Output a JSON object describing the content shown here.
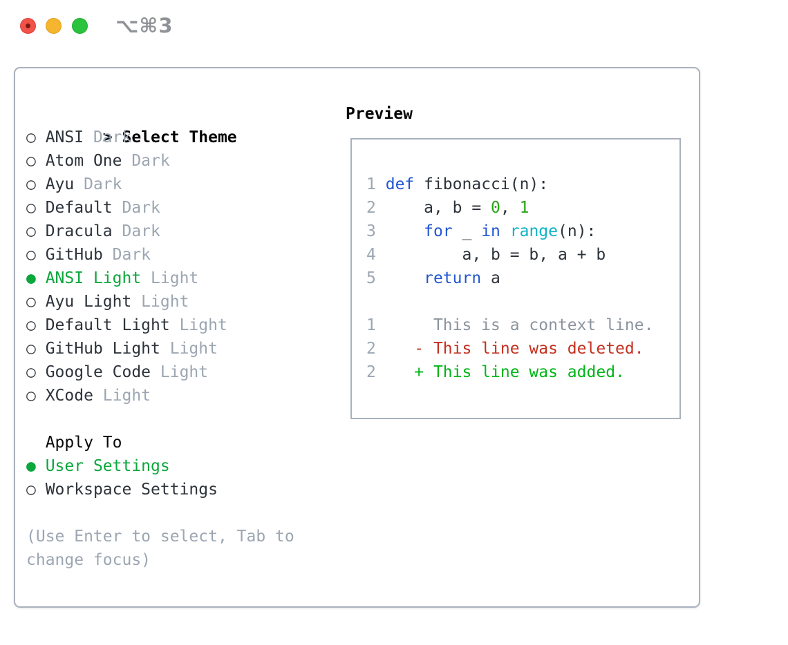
{
  "window": {
    "shortcut_label": "⌥⌘3",
    "traffic_lights": [
      {
        "name": "close-button",
        "color": "#f25349"
      },
      {
        "name": "minimize-button",
        "color": "#f6b52e"
      },
      {
        "name": "zoom-button",
        "color": "#2bc23e"
      }
    ]
  },
  "glyphs": {
    "radio_on": "●",
    "radio_off": "○",
    "title_prefix": "> "
  },
  "colors": {
    "selection_green": "#0aa73c",
    "keyword_blue": "#2257d2",
    "builtin_cyan": "#10b3c7",
    "number_green": "#2aa416",
    "added_green": "#00b517",
    "deleted_red": "#c4301f",
    "muted_gray": "#9ca6b2",
    "border_gray": "#a9b1bc"
  },
  "theme_picker": {
    "title": "Select Theme",
    "items": [
      {
        "name": "ANSI",
        "tag": "Dark",
        "selected": false
      },
      {
        "name": "Atom One",
        "tag": "Dark",
        "selected": false
      },
      {
        "name": "Ayu",
        "tag": "Dark",
        "selected": false
      },
      {
        "name": "Default",
        "tag": "Dark",
        "selected": false
      },
      {
        "name": "Dracula",
        "tag": "Dark",
        "selected": false
      },
      {
        "name": "GitHub",
        "tag": "Dark",
        "selected": false
      },
      {
        "name": "ANSI Light",
        "tag": "Light",
        "selected": true
      },
      {
        "name": "Ayu Light",
        "tag": "Light",
        "selected": false
      },
      {
        "name": "Default Light",
        "tag": "Light",
        "selected": false
      },
      {
        "name": "GitHub Light",
        "tag": "Light",
        "selected": false
      },
      {
        "name": "Google Code",
        "tag": "Light",
        "selected": false
      },
      {
        "name": "XCode",
        "tag": "Light",
        "selected": false
      }
    ],
    "apply_to": {
      "title": "Apply To",
      "options": [
        {
          "name": "User Settings",
          "selected": true
        },
        {
          "name": "Workspace Settings",
          "selected": false
        }
      ]
    },
    "hint_lines": [
      "(Use Enter to select, Tab to",
      "change focus)"
    ]
  },
  "preview": {
    "title": "Preview",
    "lines": [
      {
        "num": "1",
        "tokens": [
          [
            "fg",
            " "
          ],
          [
            "kw",
            "def"
          ],
          [
            "fg",
            " fibonacci(n):"
          ]
        ]
      },
      {
        "num": "2",
        "tokens": [
          [
            "fg",
            "     a, b = "
          ],
          [
            "num",
            "0"
          ],
          [
            "fg",
            ", "
          ],
          [
            "num",
            "1"
          ]
        ]
      },
      {
        "num": "3",
        "tokens": [
          [
            "fg",
            "     "
          ],
          [
            "kw",
            "for"
          ],
          [
            "fg",
            " _ "
          ],
          [
            "kw",
            "in"
          ],
          [
            "fg",
            " "
          ],
          [
            "builtin",
            "range"
          ],
          [
            "fg",
            "(n):"
          ]
        ]
      },
      {
        "num": "4",
        "tokens": [
          [
            "fg",
            "         a, b = b, a + b"
          ]
        ]
      },
      {
        "num": "5",
        "tokens": [
          [
            "fg",
            "     "
          ],
          [
            "kw",
            "return"
          ],
          [
            "fg",
            " a"
          ]
        ]
      },
      {
        "num": "",
        "tokens": []
      },
      {
        "num": "1",
        "tokens": [
          [
            "ctx",
            "      This is a context line."
          ]
        ]
      },
      {
        "num": "2",
        "tokens": [
          [
            "del",
            "    - This line was deleted."
          ]
        ]
      },
      {
        "num": "2",
        "tokens": [
          [
            "add",
            "    + This line was added."
          ]
        ]
      }
    ]
  }
}
